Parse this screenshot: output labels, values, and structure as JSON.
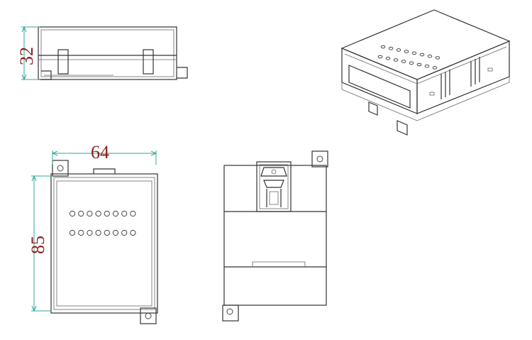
{
  "dimensions": {
    "side_height": "32",
    "front_width": "64",
    "front_height": "85"
  },
  "colors": {
    "dimension_line": "#2fa89a",
    "dimension_text": "#8b1c1c",
    "outline": "#333333"
  }
}
